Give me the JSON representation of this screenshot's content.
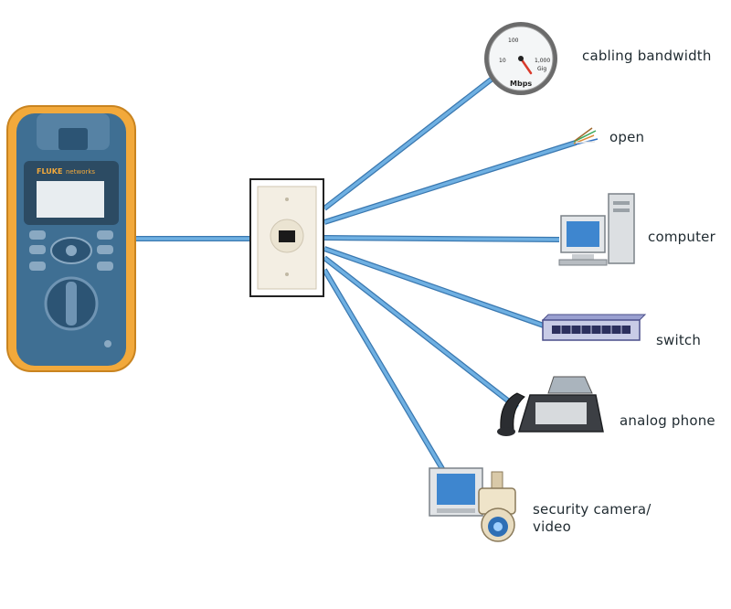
{
  "colors": {
    "cable": "#5b9fd6",
    "cable_edge": "#3a78b0",
    "tester_body": "#3f6f93",
    "tester_trim": "#f2a93b",
    "wallplate": "#f3eee3"
  },
  "tester": {
    "brand": "FLUKE",
    "model": "networks"
  },
  "gauge": {
    "scale_low": "10",
    "scale_mid": "100",
    "scale_high": "1,000",
    "scale_giga": "Gig",
    "unit": "Mbps"
  },
  "labels": {
    "bandwidth": "cabling bandwidth",
    "open": "open",
    "computer": "computer",
    "switch": "switch",
    "phone": "analog phone",
    "camera_line1": "security camera/",
    "camera_line2": "video"
  }
}
